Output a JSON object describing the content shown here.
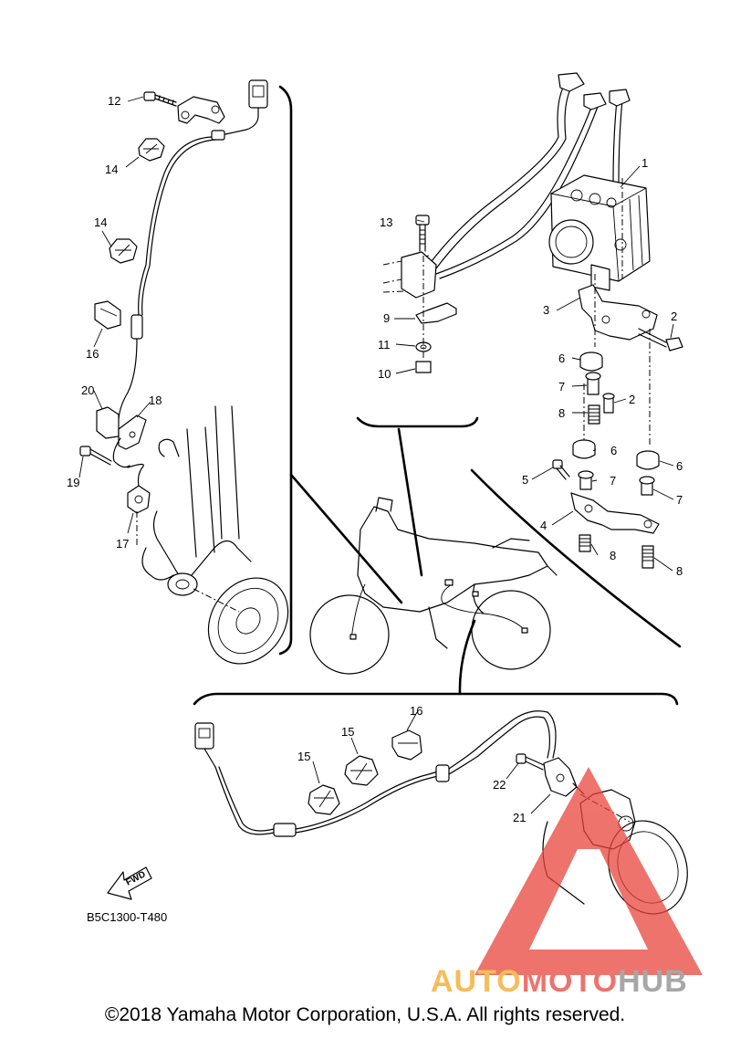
{
  "diagram": {
    "diagram_code": "B5C1300-T480",
    "fwd_label": "FWD",
    "copyright": "©2018 Yamaha Motor Corporation, U.S.A. All rights reserved.",
    "watermark": {
      "auto": "AUTO",
      "moto": "MOTO",
      "hub": "HUB"
    },
    "callouts": {
      "c1": "1",
      "c2a": "2",
      "c2b": "2",
      "c3": "3",
      "c4": "4",
      "c5": "5",
      "c6a": "6",
      "c6b": "6",
      "c6c": "6",
      "c7a": "7",
      "c7b": "7",
      "c7c": "7",
      "c8a": "8",
      "c8b": "8",
      "c8c": "8",
      "c9": "9",
      "c10": "10",
      "c11": "11",
      "c12": "12",
      "c13": "13",
      "c14a": "14",
      "c14b": "14",
      "c15a": "15",
      "c15b": "15",
      "c16a": "16",
      "c16b": "16",
      "c17": "17",
      "c18": "18",
      "c19": "19",
      "c20": "20",
      "c21": "21",
      "c22": "22"
    },
    "colors": {
      "line": "#000000",
      "watermark_red": "#e8453c",
      "watermark_orange": "#f5a623",
      "watermark_grey": "#8a8a8a"
    }
  }
}
